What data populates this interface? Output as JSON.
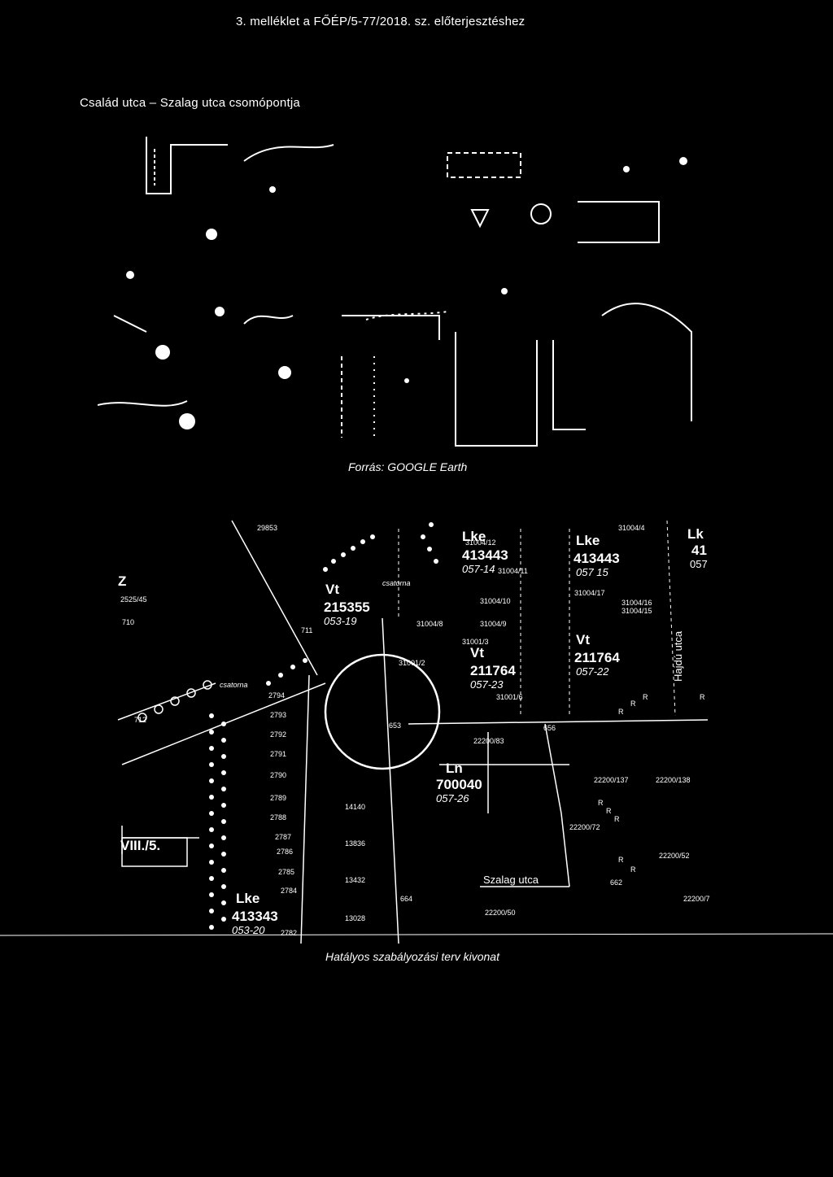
{
  "header": {
    "attachment_note": "3. melléklet a FŐÉP/5-77/2018. sz. előterjesztéshez",
    "section_title": "Család utca – Szalag utca csomópontja"
  },
  "aerial": {
    "source_caption": "Forrás: GOOGLE Earth"
  },
  "plan": {
    "caption": "Hatályos szabályozási terv kivonat",
    "zone_labels": {
      "lke_top": "Lke",
      "lke_top_code": "413443",
      "lke_top_sub": "057-14",
      "lke_right": "Lke",
      "lke_right_code": "413443",
      "lke_right_sub": "057 15",
      "lk_edge": "Lk",
      "lk_edge_code": "41",
      "lk_edge_sub": "057",
      "vt_left": "Vt",
      "vt_left_code": "215355",
      "vt_left_sub": "053-19",
      "vt_mid": "Vt",
      "vt_mid_code": "211764",
      "vt_mid_sub": "057-23",
      "vt_right": "Vt",
      "vt_right_code": "211764",
      "vt_right_sub": "057-22",
      "ln": "Ln",
      "ln_code": "700040",
      "ln_sub": "057-26",
      "lke_bottom": "Lke",
      "lke_bottom_code": "413343",
      "lke_bottom_sub": "053-20",
      "z": "Z",
      "viii": "VIII./5."
    },
    "parcels": {
      "p2525": "2525/45",
      "p710": "710",
      "p711": "711",
      "p712": "712",
      "p29853": "29853",
      "p2794": "2794",
      "p2793": "2793",
      "p2792": "2792",
      "p2791": "2791",
      "p2790": "2790",
      "p2789": "2789",
      "p2788": "2788",
      "p2787": "2787",
      "p2786": "2786",
      "p2785": "2785",
      "p2784": "2784",
      "p2782": "2782",
      "p31004_12": "31004/12",
      "p31004_11": "31004/11",
      "p31004_10": "31004/10",
      "p31004_9": "31004/9",
      "p31004_8": "31004/8",
      "p31001_3": "31001/3",
      "p31001_2": "31001/2",
      "p31001_6": "31001/6",
      "p31004_4": "31004/4",
      "p31004_17": "31004/17",
      "p31004_16": "31004/16",
      "p31004_15": "31004/15",
      "p22200_83": "22200/83",
      "p22200_137": "22200/137",
      "p22200_138": "22200/138",
      "p22200_72": "22200/72",
      "p22200_52": "22200/52",
      "p22200_50": "22200/50",
      "p22200_7": "22200/7",
      "p653": "653",
      "p656": "656",
      "p662": "662",
      "p664": "664",
      "n14140": "14140",
      "n13836": "13836",
      "n13432": "13432",
      "n13028": "13028"
    },
    "street_labels": {
      "csatorna_top": "csatorna",
      "csatorna_left": "csatorna",
      "szalag_utca": "Szalag utca",
      "hajdu_utca": "Hajdú utca"
    }
  }
}
